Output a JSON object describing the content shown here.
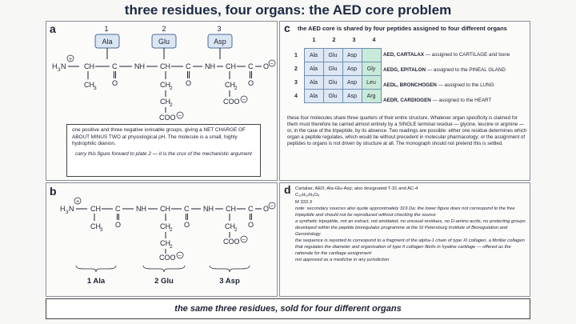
{
  "title": "three residues, four organs: the AED core problem",
  "panel_a": {
    "label": "a",
    "residue_numbers": [
      "1",
      "2",
      "3"
    ],
    "residue_names": [
      "Ala",
      "Glu",
      "Asp"
    ],
    "note_text": "one positive and three negative ionisable groups, giving a NET CHARGE OF ABOUT MINUS TWO at physiological pH. The molecule is a small, highly hydrophilic dianion.",
    "note_italic": "carry this figure forward to plate 2 — it is the crux of the mechanistic argument"
  },
  "panel_b": {
    "label": "b",
    "residue_labels": [
      "1 Ala",
      "2 Glu",
      "3 Asp"
    ]
  },
  "chem": {
    "H": "H",
    "three": "3",
    "N": "N",
    "CH": "CH",
    "C": "C",
    "NH": "NH",
    "O": "O",
    "CH3": "CH",
    "CH2": "CH",
    "two": "2",
    "COO": "COO",
    "plus": "+",
    "minus": "−"
  },
  "panel_c": {
    "label": "c",
    "heading": "the AED core is shared by four peptides assigned to four different organs",
    "column_numbers": [
      "1",
      "2",
      "3",
      "4"
    ],
    "rows": [
      {
        "num": "1",
        "cells": [
          "Ala",
          "Glu",
          "Asp",
          ""
        ],
        "name": "AED, CARTALAX",
        "desc": " — assigned to CARTILAGE and bone"
      },
      {
        "num": "2",
        "cells": [
          "Ala",
          "Glu",
          "Asp",
          "Gly"
        ],
        "name": "AEDG, EPITALON",
        "desc": " — assigned to the PINEAL GLAND"
      },
      {
        "num": "3",
        "cells": [
          "Ala",
          "Glu",
          "Asp",
          "Leu"
        ],
        "name": "AEDL, BRONCHOGEN",
        "desc": " — assigned to the LUNG"
      },
      {
        "num": "4",
        "cells": [
          "Ala",
          "Glu",
          "Asp",
          "Arg"
        ],
        "name": "AEDR, CARDIOGEN",
        "desc": " — assigned to the HEART"
      }
    ],
    "para": "these four molecules share three quarters of their entire structure.  Whatever organ specificity is claimed for them must therefore be carried almost entirely by a SINGLE terminal residue — glycine, leucine or arginine — or, in the case of the tripeptide, by its absence.  Two readings are possible: either one residue determines which organ a peptide regulates, which would be without precedent in molecular pharmacology; or the assignment of peptides to organs is not driven by structure at all.  The monograph should not pretend this is settled."
  },
  "panel_d": {
    "label": "d",
    "line1": "Cartalax; AED; Ala-Glu-Asp; also designated T-31 and AC-4",
    "formula": "C₁₂H₁₉N₃O₈",
    "mass": "M 333.3",
    "note1": "note: secondary sources also quote approximately 319 Da; the lower figure does not correspond to the free tripeptide and should not be reproduced without checking the source",
    "line2": "a synthetic tripeptide, not an extract, not amidated, no unusual residues, no D-amino acids, no protecting groups",
    "line3": "developed within the peptide bioregulator programme at the St Petersburg Institute of Bioregulation and Gerontology",
    "line4": "the sequence is reported to correspond to a fragment of the alpha-1 chain of type XI collagen, a fibrillar collagen that regulates the diameter and organisation of type II collagen fibrils in hyaline cartilage — offered as the rationale for the cartilage assignment",
    "line5": "not approved as a medicine in any jurisdiction"
  },
  "footer": "the same three residues, sold for four different organs"
}
